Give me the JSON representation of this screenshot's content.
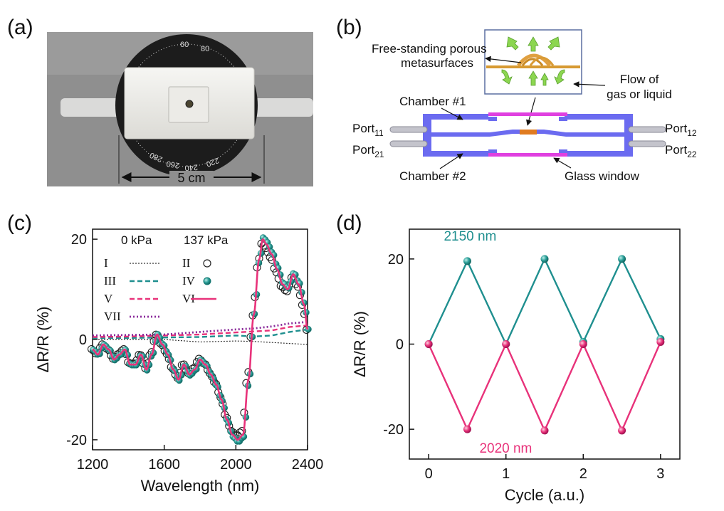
{
  "panels": {
    "a": {
      "letter": "(a)",
      "photo": {
        "scale_label": "5 cm",
        "dial_numbers": [
          "60",
          "80",
          "220",
          "240",
          "260",
          "280"
        ],
        "colors": {
          "background": "#8a8a8a",
          "block": "#f2f1ee",
          "dial": "#1c1c1c"
        }
      }
    },
    "b": {
      "letter": "(b)",
      "labels": {
        "metasurface_l1": "Free-standing porous",
        "metasurface_l2": "metasurfaces",
        "flow_l1": "Flow of",
        "flow_l2": "gas or liquid",
        "chamber1": "Chamber #1",
        "chamber2": "Chamber #2",
        "glass": "Glass window",
        "port11": "Port",
        "port11_sub": "11",
        "port21": "Port",
        "port21_sub": "21",
        "port12": "Port",
        "port12_sub": "12",
        "port22": "Port",
        "port22_sub": "22"
      },
      "colors": {
        "chamber": "#6b6bf0",
        "window": "#e040e0",
        "sample": "#e07b20",
        "arrow": "#8cd650",
        "inset_border": "#5a6ea0"
      }
    },
    "c": {
      "letter": "(c)"
    },
    "d": {
      "letter": "(d)"
    }
  },
  "chart_data": [
    {
      "panel": "c",
      "type": "line",
      "xlabel": "Wavelength (nm)",
      "ylabel": "ΔR/R (%)",
      "xlim": [
        1200,
        2400
      ],
      "ylim": [
        -22,
        22
      ],
      "xticks": [
        1200,
        1600,
        2000,
        2400
      ],
      "yticks": [
        -20,
        0,
        20
      ],
      "legend": {
        "col1_header": "0 kPa",
        "col2_header": "137 kPa",
        "col1": [
          {
            "label": "I",
            "style": "dotted-black"
          },
          {
            "label": "III",
            "style": "dashed-teal"
          },
          {
            "label": "V",
            "style": "dashed-pink"
          },
          {
            "label": "VII",
            "style": "dotted-purple"
          }
        ],
        "col2": [
          {
            "label": "II",
            "style": "open-circle"
          },
          {
            "label": "IV",
            "style": "filled-teal-circle"
          },
          {
            "label": "VI",
            "style": "solid-pink"
          }
        ]
      },
      "colors": {
        "black": "#333333",
        "teal": "#1f8f8f",
        "pink": "#e8327a",
        "purple": "#8a2a9a"
      },
      "spectrum_137kPa": {
        "x": [
          1200,
          1230,
          1260,
          1290,
          1320,
          1350,
          1380,
          1410,
          1440,
          1470,
          1500,
          1530,
          1560,
          1590,
          1620,
          1650,
          1680,
          1710,
          1740,
          1770,
          1800,
          1830,
          1860,
          1890,
          1920,
          1950,
          1980,
          2010,
          2040,
          2070,
          2100,
          2130,
          2150,
          2170,
          2200,
          2230,
          2260,
          2290,
          2320,
          2350,
          2380,
          2400
        ],
        "y": [
          -2,
          -3,
          -1,
          -2,
          -4,
          -3,
          -2,
          -5,
          -5,
          -3,
          -6,
          -3,
          1,
          -1,
          -3,
          -6,
          -8,
          -5,
          -7,
          -6,
          -4,
          -5,
          -7,
          -9,
          -12,
          -16,
          -19,
          -20,
          -19,
          -8,
          5,
          16,
          20,
          19,
          17,
          14,
          11,
          10,
          13,
          11,
          7,
          2
        ]
      },
      "curves": {
        "I": [
          [
            1200,
            0
          ],
          [
            1400,
            0
          ],
          [
            1600,
            0
          ],
          [
            1800,
            -0.5
          ],
          [
            2000,
            -0.3
          ],
          [
            2100,
            -0.4
          ],
          [
            2200,
            -0.6
          ],
          [
            2300,
            -0.8
          ],
          [
            2400,
            -1
          ]
        ],
        "III": [
          [
            1200,
            0.3
          ],
          [
            1400,
            0.3
          ],
          [
            1600,
            0.4
          ],
          [
            1800,
            0.5
          ],
          [
            2000,
            0.8
          ],
          [
            2100,
            0.6
          ],
          [
            2200,
            0.8
          ],
          [
            2300,
            1.5
          ],
          [
            2400,
            2
          ]
        ],
        "V": [
          [
            1200,
            0.5
          ],
          [
            1400,
            0.6
          ],
          [
            1600,
            0.8
          ],
          [
            1800,
            1
          ],
          [
            2000,
            1.4
          ],
          [
            2100,
            1.6
          ],
          [
            2200,
            1.8
          ],
          [
            2300,
            2.5
          ],
          [
            2400,
            2.8
          ]
        ],
        "VII": [
          [
            1200,
            0.8
          ],
          [
            1400,
            0.9
          ],
          [
            1600,
            1
          ],
          [
            1800,
            1.5
          ],
          [
            2000,
            2
          ],
          [
            2100,
            2.2
          ],
          [
            2200,
            2.6
          ],
          [
            2300,
            3.2
          ],
          [
            2400,
            3.5
          ]
        ]
      }
    },
    {
      "panel": "d",
      "type": "line",
      "xlabel": "Cycle (a.u.)",
      "ylabel": "ΔR/R (%)",
      "xlim": [
        -0.25,
        3.25
      ],
      "ylim": [
        -27,
        27
      ],
      "xticks": [
        0,
        1,
        2,
        3
      ],
      "yticks": [
        -20,
        0,
        20
      ],
      "series": [
        {
          "name": "2150 nm",
          "color": "#1f8f8f",
          "x": [
            0,
            0.5,
            1,
            1.5,
            2,
            2.5,
            3
          ],
          "y": [
            0,
            19.5,
            0,
            20,
            0.5,
            20,
            1.2
          ]
        },
        {
          "name": "2020 nm",
          "color": "#e8327a",
          "x": [
            0,
            0.5,
            1,
            1.5,
            2,
            2.5,
            3
          ],
          "y": [
            0,
            -20,
            0,
            -20.3,
            0,
            -20.3,
            0.5
          ]
        }
      ]
    }
  ]
}
